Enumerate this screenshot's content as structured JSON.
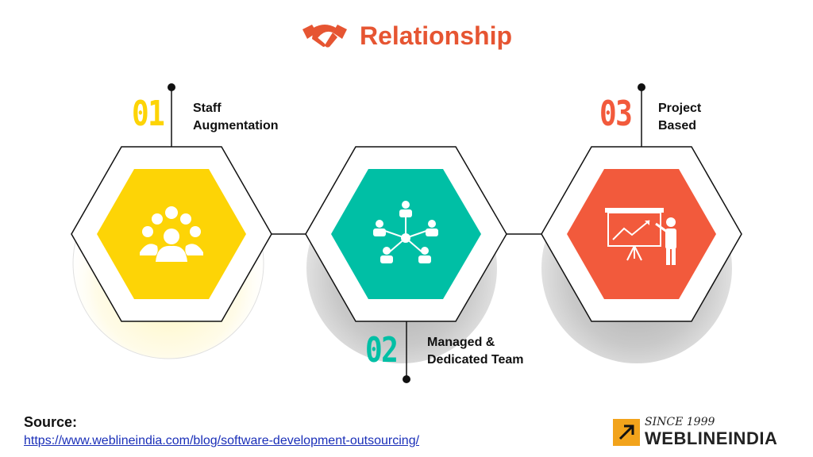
{
  "header": {
    "title": "Relationship",
    "icon": "handshake-icon",
    "accent_color": "#e65532"
  },
  "models": [
    {
      "number": "01",
      "label_line1": "Staff",
      "label_line2": "Augmentation",
      "icon": "group-icon",
      "color": "#fdd406"
    },
    {
      "number": "02",
      "label_line1": "Managed &",
      "label_line2": "Dedicated Team",
      "icon": "network-team-icon",
      "color": "#00bfa5"
    },
    {
      "number": "03",
      "label_line1": "Project",
      "label_line2": "Based",
      "icon": "presentation-icon",
      "color": "#f25a3c"
    }
  ],
  "footer": {
    "source_label": "Source:",
    "source_url": "https://www.weblineindia.com/blog/software-development-outsourcing/",
    "logo_since": "SINCE 1999",
    "logo_name": "WEBLINEINDIA",
    "logo_color": "#f2a31b"
  }
}
